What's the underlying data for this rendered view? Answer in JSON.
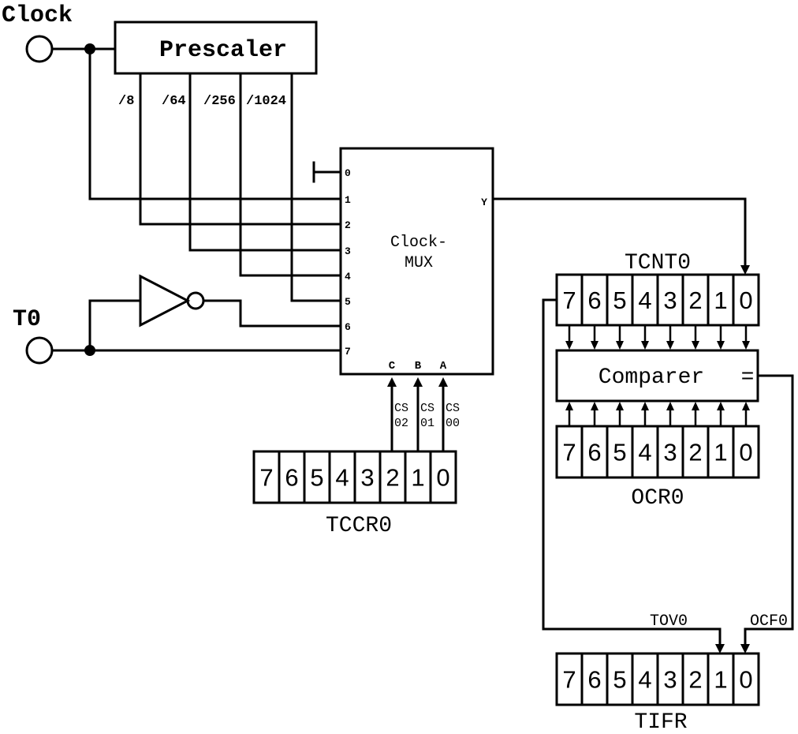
{
  "labels": {
    "clock": "Clock",
    "t0": "T0",
    "prescaler": "Prescaler",
    "mux_line1": "Clock-",
    "mux_line2": "MUX",
    "comparer": "Comparer",
    "equals": "=",
    "tcnt0": "TCNT0",
    "ocr0": "OCR0",
    "tccr0": "TCCR0",
    "tifr": "TIFR",
    "tov0": "TOV0",
    "ocf0": "OCF0"
  },
  "prescaler_taps": [
    "/8",
    "/64",
    "/256",
    "/1024"
  ],
  "mux_inputs": [
    "0",
    "1",
    "2",
    "3",
    "4",
    "5",
    "6",
    "7"
  ],
  "mux_output": "Y",
  "mux_selects": [
    "C",
    "B",
    "A"
  ],
  "clock_select_bits": [
    {
      "top": "CS",
      "bottom": "02"
    },
    {
      "top": "CS",
      "bottom": "01"
    },
    {
      "top": "CS",
      "bottom": "00"
    }
  ],
  "register_bits": [
    "7",
    "6",
    "5",
    "4",
    "3",
    "2",
    "1",
    "0"
  ]
}
